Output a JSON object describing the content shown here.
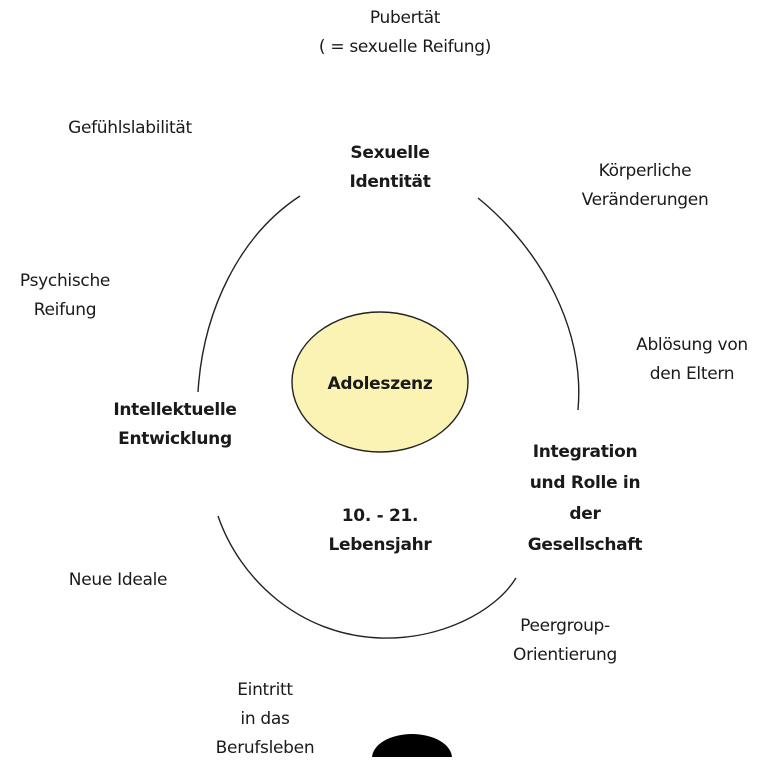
{
  "diagram": {
    "center": {
      "label": "Adoleszenz",
      "fill": "#fbf3b4",
      "stroke": "#222222"
    },
    "age_range": [
      "10. - 21.",
      "Lebensjahr"
    ],
    "main_aspects": {
      "top": [
        "Sexuelle",
        "Identität"
      ],
      "left": [
        "Intellektuelle",
        "Entwicklung"
      ],
      "right": [
        "Integration",
        "und Rolle in",
        "der",
        "Gesellschaft"
      ]
    },
    "outer_labels": {
      "pubertaet": [
        "Pubertät",
        "( = sexuelle Reifung)"
      ],
      "gefuehlslabilitaet": [
        "Gefühlslabilität"
      ],
      "koerperliche_veraenderungen": [
        "Körperliche",
        "Veränderungen"
      ],
      "psychische_reifung": [
        "Psychische",
        "Reifung"
      ],
      "abloesung": [
        "Ablösung von",
        "den Eltern"
      ],
      "neue_ideale": [
        "Neue Ideale"
      ],
      "peergroup": [
        "Peergroup-",
        "Orientierung"
      ],
      "eintritt": [
        "Eintritt",
        "in das",
        "Berufsleben"
      ]
    }
  }
}
